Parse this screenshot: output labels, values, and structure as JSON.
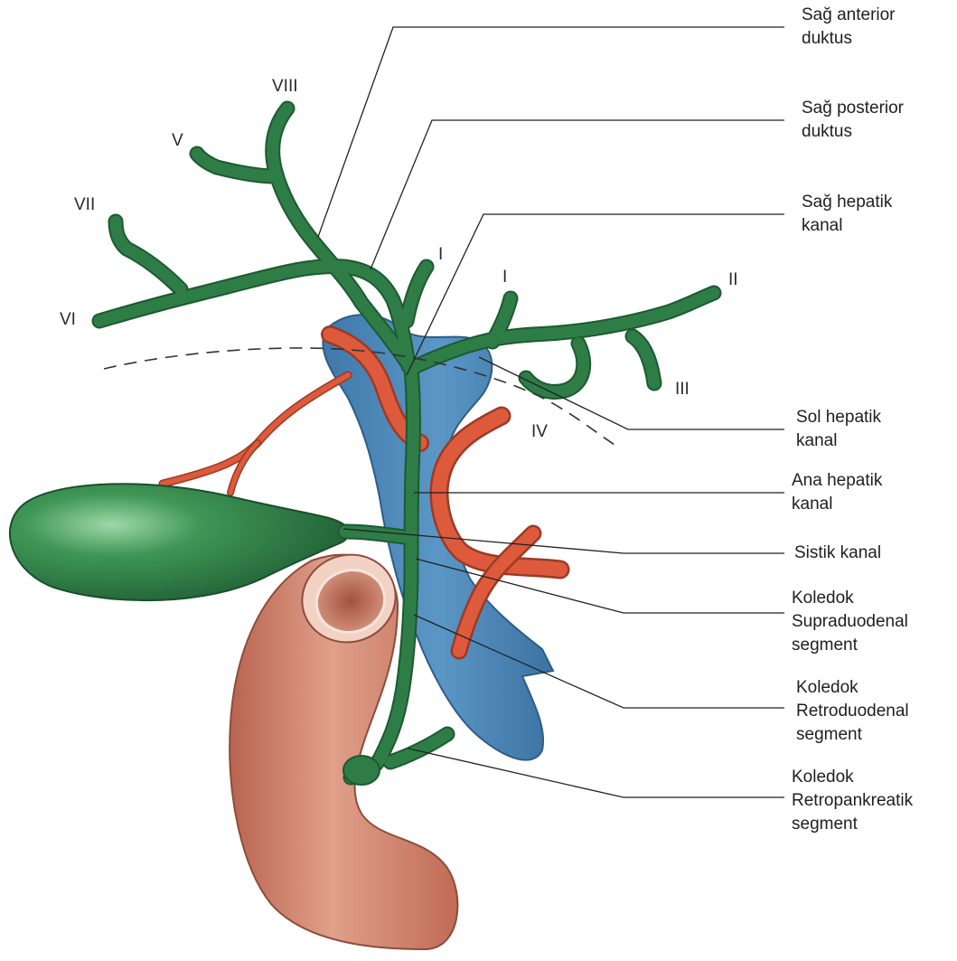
{
  "segments": {
    "viii": "VIII",
    "v": "V",
    "vii": "VII",
    "vi": "VI",
    "i_right": "I",
    "i_left": "I",
    "ii": "II",
    "iii": "III",
    "iv": "IV"
  },
  "labels": {
    "right_anterior_duct": [
      "Sağ anterior",
      "duktus"
    ],
    "right_posterior_duct": [
      "Sağ posterior",
      "duktus"
    ],
    "right_hepatic_duct": [
      "Sağ hepatik",
      "kanal"
    ],
    "left_hepatic_duct": [
      "Sol hepatik",
      "kanal"
    ],
    "common_hepatic_duct": [
      "Ana hepatik",
      "kanal"
    ],
    "cystic_duct": [
      "Sistik kanal"
    ],
    "supraduodenal": [
      "Koledok",
      "Supraduodenal",
      "segment"
    ],
    "retroduodenal": [
      "Koledok",
      "Retroduodenal",
      "segment"
    ],
    "retropancreatic": [
      "Koledok",
      "Retropankreatik",
      "segment"
    ]
  },
  "colors": {
    "bile_duct_green": "#2e7d46",
    "bile_duct_outline": "#1d5a30",
    "portal_vein_blue": "#4a86b8",
    "artery_red": "#d9553a",
    "duodenum_pink": "#c97a62",
    "leader_line": "#222222"
  }
}
